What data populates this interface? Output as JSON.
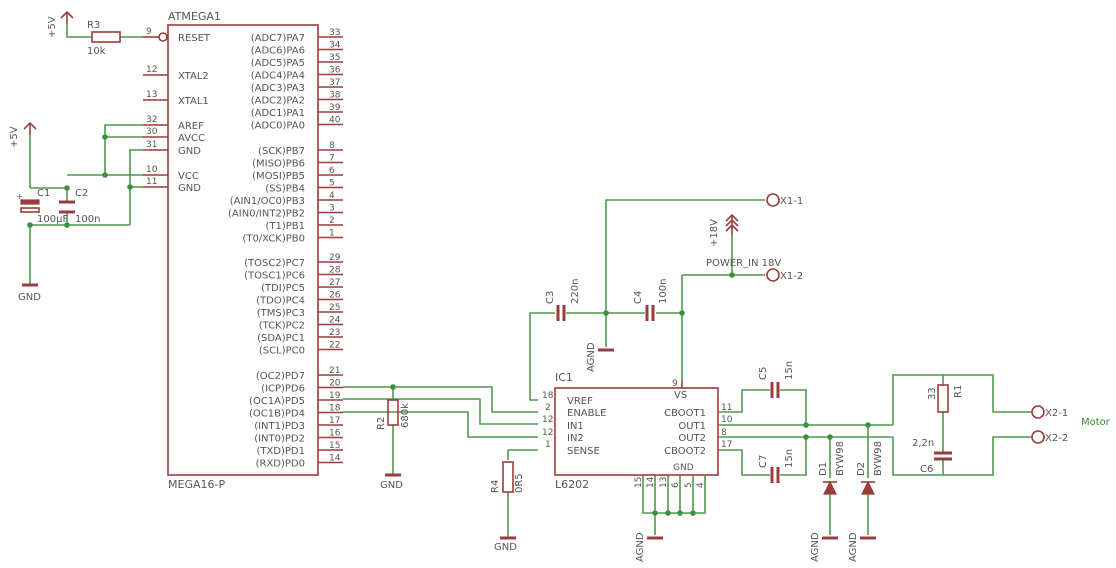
{
  "mcu": {
    "name": "ATMEGA1",
    "value": "MEGA16-P",
    "left_pins": [
      {
        "num": "9",
        "name": "RESET"
      },
      {
        "num": "12",
        "name": "XTAL2"
      },
      {
        "num": "13",
        "name": "XTAL1"
      },
      {
        "num": "32",
        "name": "AREF"
      },
      {
        "num": "30",
        "name": "AVCC"
      },
      {
        "num": "31",
        "name": "GND"
      },
      {
        "num": "10",
        "name": "VCC"
      },
      {
        "num": "11",
        "name": "GND"
      }
    ],
    "right_pins": [
      {
        "num": "33",
        "name": "(ADC7)PA7"
      },
      {
        "num": "34",
        "name": "(ADC6)PA6"
      },
      {
        "num": "35",
        "name": "(ADC5)PA5"
      },
      {
        "num": "36",
        "name": "(ADC4)PA4"
      },
      {
        "num": "37",
        "name": "(ADC3)PA3"
      },
      {
        "num": "38",
        "name": "(ADC2)PA2"
      },
      {
        "num": "39",
        "name": "(ADC1)PA1"
      },
      {
        "num": "40",
        "name": "(ADC0)PA0"
      },
      {
        "num": "8",
        "name": "(SCK)PB7"
      },
      {
        "num": "7",
        "name": "(MISO)PB6"
      },
      {
        "num": "6",
        "name": "(MOSI)PB5"
      },
      {
        "num": "5",
        "name": "(SS)PB4"
      },
      {
        "num": "4",
        "name": "(AIN1/OC0)PB3"
      },
      {
        "num": "3",
        "name": "(AIN0/INT2)PB2"
      },
      {
        "num": "2",
        "name": "(T1)PB1"
      },
      {
        "num": "1",
        "name": "(T0/XCK)PB0"
      },
      {
        "num": "29",
        "name": "(TOSC2)PC7"
      },
      {
        "num": "28",
        "name": "(TOSC1)PC6"
      },
      {
        "num": "27",
        "name": "(TDI)PC5"
      },
      {
        "num": "26",
        "name": "(TDO)PC4"
      },
      {
        "num": "25",
        "name": "(TMS)PC3"
      },
      {
        "num": "24",
        "name": "(TCK)PC2"
      },
      {
        "num": "23",
        "name": "(SDA)PC1"
      },
      {
        "num": "22",
        "name": "(SCL)PC0"
      },
      {
        "num": "21",
        "name": "(OC2)PD7"
      },
      {
        "num": "20",
        "name": "(ICP)PD6"
      },
      {
        "num": "19",
        "name": "(OC1A)PD5"
      },
      {
        "num": "18",
        "name": "(OC1B)PD4"
      },
      {
        "num": "17",
        "name": "(INT1)PD3"
      },
      {
        "num": "16",
        "name": "(INT0)PD2"
      },
      {
        "num": "15",
        "name": "(TXD)PD1"
      },
      {
        "num": "14",
        "name": "(RXD)PD0"
      }
    ]
  },
  "driver": {
    "name": "IC1",
    "value": "L6202",
    "left_pins": [
      {
        "num": "18",
        "name": "VREF"
      },
      {
        "num": "2",
        "name": "ENABLE"
      },
      {
        "num": "12",
        "name": "IN1"
      },
      {
        "num": "12",
        "name": "IN2"
      },
      {
        "num": "1",
        "name": "SENSE"
      }
    ],
    "right_pins": [
      {
        "num": "11",
        "name": "CBOOT1"
      },
      {
        "num": "10",
        "name": "OUT1"
      },
      {
        "num": "8",
        "name": "OUT2"
      },
      {
        "num": "17",
        "name": "CBOOT2"
      }
    ],
    "vs": {
      "num": "9",
      "name": "VS"
    },
    "gnd": {
      "name": "GND",
      "pins": [
        "15",
        "14",
        "13",
        "6",
        "5",
        "4"
      ]
    }
  },
  "resistors": {
    "r3": {
      "name": "R3",
      "value": "10k"
    },
    "r2": {
      "name": "R2",
      "value": "680k"
    },
    "r4": {
      "name": "R4",
      "value": "0R5"
    },
    "r1": {
      "name": "R1",
      "value": "33"
    }
  },
  "capacitors": {
    "c1": {
      "name": "C1",
      "value": "100µF"
    },
    "c2": {
      "name": "C2",
      "value": "100n"
    },
    "c3": {
      "name": "C3",
      "value": "220n"
    },
    "c4": {
      "name": "C4",
      "value": "100n"
    },
    "c5": {
      "name": "C5",
      "value": "15n"
    },
    "c7": {
      "name": "C7",
      "value": "15n"
    },
    "c6": {
      "name": "C6",
      "value": "2,2n"
    }
  },
  "diodes": {
    "d1": {
      "name": "D1",
      "value": "BYW98"
    },
    "d2": {
      "name": "D2",
      "value": "BYW98"
    }
  },
  "supplies": {
    "plus5v_a": "+5V",
    "plus5v_b": "+5V",
    "plus18v": "+18V",
    "power_in": "POWER_IN 18V",
    "gnd_mcu": "GND",
    "gnd_r2": "GND",
    "gnd_r4": "GND",
    "agnd_c3": "AGND",
    "agnd_ic": "AGND",
    "agnd_d1": "AGND",
    "agnd_d2": "AGND"
  },
  "connectors": {
    "x1_1": "X1-1",
    "x1_2": "X1-2",
    "x2_1": "X2-1",
    "x2_2": "X2-2",
    "motor": "Motor"
  }
}
